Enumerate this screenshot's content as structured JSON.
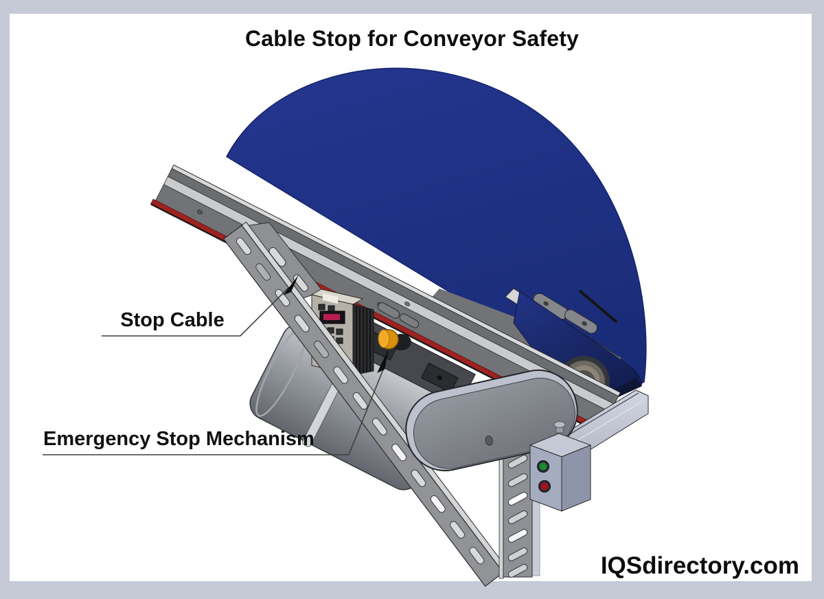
{
  "figure": {
    "title": "Cable Stop for Conveyor Safety",
    "watermark": "IQSdirectory.com",
    "callouts": [
      {
        "label": "Stop Cable",
        "points_to": "red pull-cable along conveyor frame edge"
      },
      {
        "label": "Emergency Stop Mechanism",
        "points_to": "orange e-stop actuator on drive mount"
      }
    ]
  },
  "colors": {
    "belt_blue": "#1b2f80",
    "belt_wrap_dark_blue": "#14204f",
    "stop_cable_red": "#a02220",
    "estop_knob_orange": "#e2920f",
    "start_button_green": "#1a8a33",
    "stop_button_red": "#a31320",
    "frame_gray": "#717376",
    "strut_gray": "#919396",
    "control_box_gray_blue": "#a6acc0",
    "page_border": "#c6cad6"
  }
}
